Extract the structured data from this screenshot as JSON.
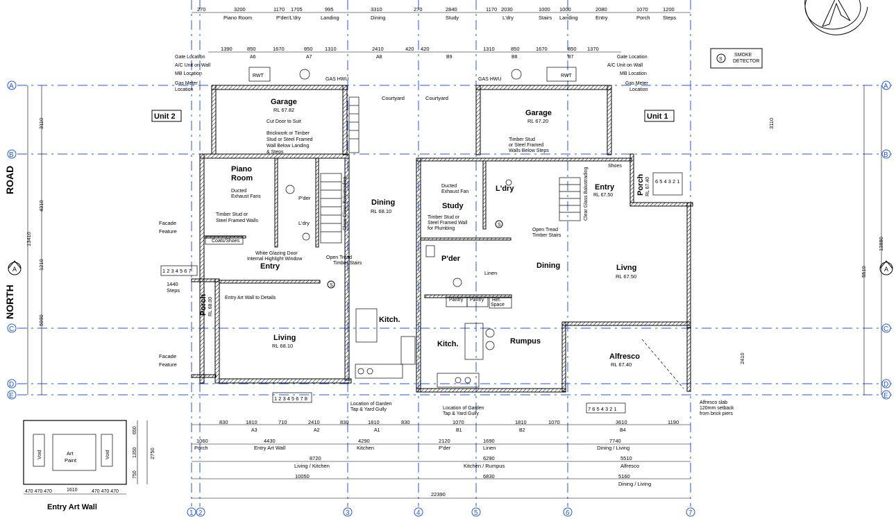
{
  "labels": {
    "unit2": "Unit 2",
    "unit1": "Unit 1",
    "road": "ROAD",
    "north": "NORTH",
    "entry_art_wall": "Entry Art Wall",
    "smoke_symbol": "S",
    "smoke_detector": "SMOKE DETECTOR",
    "total_dim_left": "13410",
    "total_dim_right": "13880",
    "total_dim_bottom": "22390"
  },
  "grid": {
    "rows": [
      "A",
      "B",
      "A",
      "C",
      "D",
      "E"
    ],
    "cols": [
      "1",
      "2",
      "3",
      "4",
      "5",
      "6",
      "7"
    ]
  },
  "rooms_unit2": {
    "garage": "Garage",
    "garage_rl": "RL 67.82",
    "piano": "Piano Room",
    "dining": "Dining",
    "dining_rl": "RL 68.10",
    "entry": "Entry",
    "living": "Living",
    "living_rl": "RL 68.10",
    "kitch": "Kitch.",
    "porch": "Porch",
    "porch_rl": "RL 68.00",
    "pder": "P'der",
    "ldry": "L'dry"
  },
  "rooms_unit1": {
    "garage": "Garage",
    "garage_rl": "RL 67.20",
    "study": "Study",
    "ldry": "L'dry",
    "entry": "Entry",
    "entry_rl": "RL 67.50",
    "dining": "Dining",
    "living": "Livng",
    "living_rl": "RL 67.50",
    "pder": "P'der",
    "linen": "Linen",
    "rumpus": "Rumpus",
    "kitch": "Kitch.",
    "alfresco": "Alfresco",
    "alfresco_rl": "RL 67.40",
    "porch": "Porch",
    "porch_rl": "RL 67.40",
    "shoes": "Shoes",
    "pantry": "Pantry",
    "ref_space": "Ref. Space"
  },
  "notes": {
    "courtyard": "Courtyard",
    "cut_door": "Cut Door to Suit",
    "brickwork": "Brickwork or Timber Stud or Steel Framed Wall Below Landing & Steps",
    "timber_stud1": "Timber Stud or Steel Framed Walls Below Steps",
    "ducted_fans": "Ducted Exhaust Fans",
    "ducted_fan": "Ducted Exhaust Fan",
    "timber_walls": "Timber Stud or Steel Framed Walls",
    "timber_plumb": "Timber Stud or Steel Framed Wall for Plumbing",
    "coats": "Coats/Shoes",
    "glazing": "White Glazing Door Internal Highlight Window",
    "open_tread": "Open Tread Timber Stairs",
    "balustrade": "Clear Glass Balustrading",
    "facade": "Facade Feature",
    "art_wall": "Entry Art Wall to Details",
    "garden_tap": "Location of Garden Tap & Yard Gully",
    "alfresco_slab": "Alfresco slab 120mm setback from brick piers",
    "steps": "Steps",
    "rwt": "RWT",
    "gas_hwu": "GAS HWU",
    "gate_loc": "Gate Location",
    "ac_unit": "A/C Unit on Wall",
    "mb_loc": "MB Location",
    "gas_meter": "Gas Meter Location",
    "void": "Void",
    "art_paint": "Art Paint"
  },
  "dims": {
    "top1": [
      "1390",
      "850",
      "1670",
      "850",
      "1310",
      "2410",
      "420",
      "420",
      "1310",
      "850",
      "1670",
      "850",
      "1370"
    ],
    "top1_tags": [
      "A6",
      "A7",
      "A8",
      "B9",
      "B8",
      "B7"
    ],
    "top_row0": [
      "270",
      "3200",
      "1170",
      "1705",
      "995",
      "3310",
      "270",
      "2840",
      "1170",
      "2030",
      "1000",
      "1000",
      "2080",
      "1070",
      "1200"
    ],
    "top_row0_labels": [
      "Piano Room",
      "P'der/L'dry",
      "Landing",
      "Dining",
      "Study",
      "L'dry",
      "Stairs",
      "Landing",
      "Entry",
      "Porch",
      "Steps"
    ],
    "bot1": [
      "830",
      "1810",
      "710",
      "2410",
      "830",
      "1810",
      "830",
      "1070",
      "1810",
      "1070",
      "3610",
      "1190"
    ],
    "bot1_tags": [
      "A3",
      "A2",
      "A1",
      "B1",
      "B2",
      "B4"
    ],
    "bot2": [
      "1060",
      "4430",
      "4290",
      "2120",
      "1690",
      "7740"
    ],
    "bot2_labels": [
      "Porch",
      "Entry Art Wall",
      "Kitchen",
      "P'der",
      "Linen",
      "Dining / Living"
    ],
    "bot3": [
      "8720",
      "6290",
      "5510"
    ],
    "bot3_labels": [
      "Living / Kitchen",
      "Kitchen / Rumpus",
      "Alfresco"
    ],
    "bot4": [
      "10050",
      "6830",
      "5160"
    ],
    "left_outer": [
      "3110",
      "4310",
      "1210",
      "5990"
    ],
    "right_outer": [
      "3110",
      "5510",
      "2410"
    ]
  }
}
